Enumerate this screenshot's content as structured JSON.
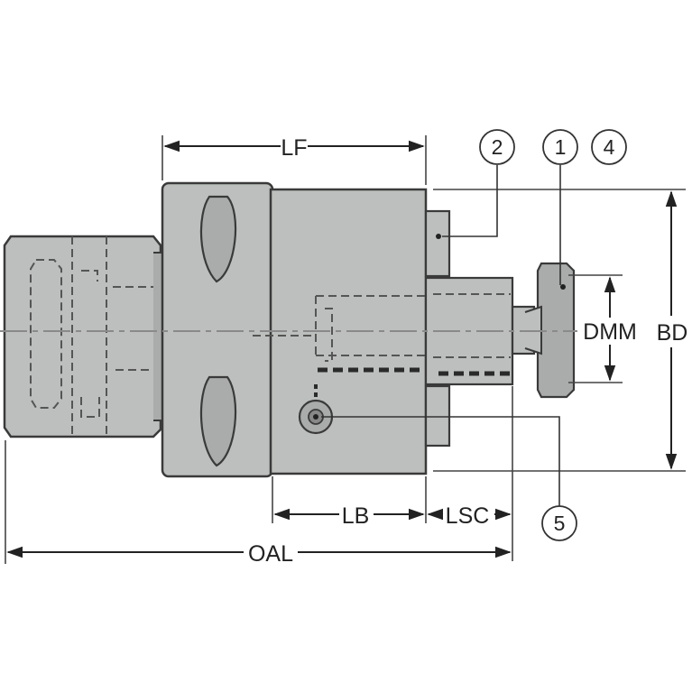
{
  "colors": {
    "body": "#bcbfbd",
    "body_dark": "#a9acaa",
    "outline": "#3a3a3a",
    "hidden_line": "#555555",
    "centerline": "#8a8a8a",
    "text": "#222222"
  },
  "dimensions": {
    "lf": "LF",
    "lb": "LB",
    "lsc": "LSC",
    "oal": "OAL",
    "dmm": "DMM",
    "bd": "BD"
  },
  "callouts": {
    "c1": "1",
    "c2": "2",
    "c4": "4",
    "c5": "5"
  }
}
